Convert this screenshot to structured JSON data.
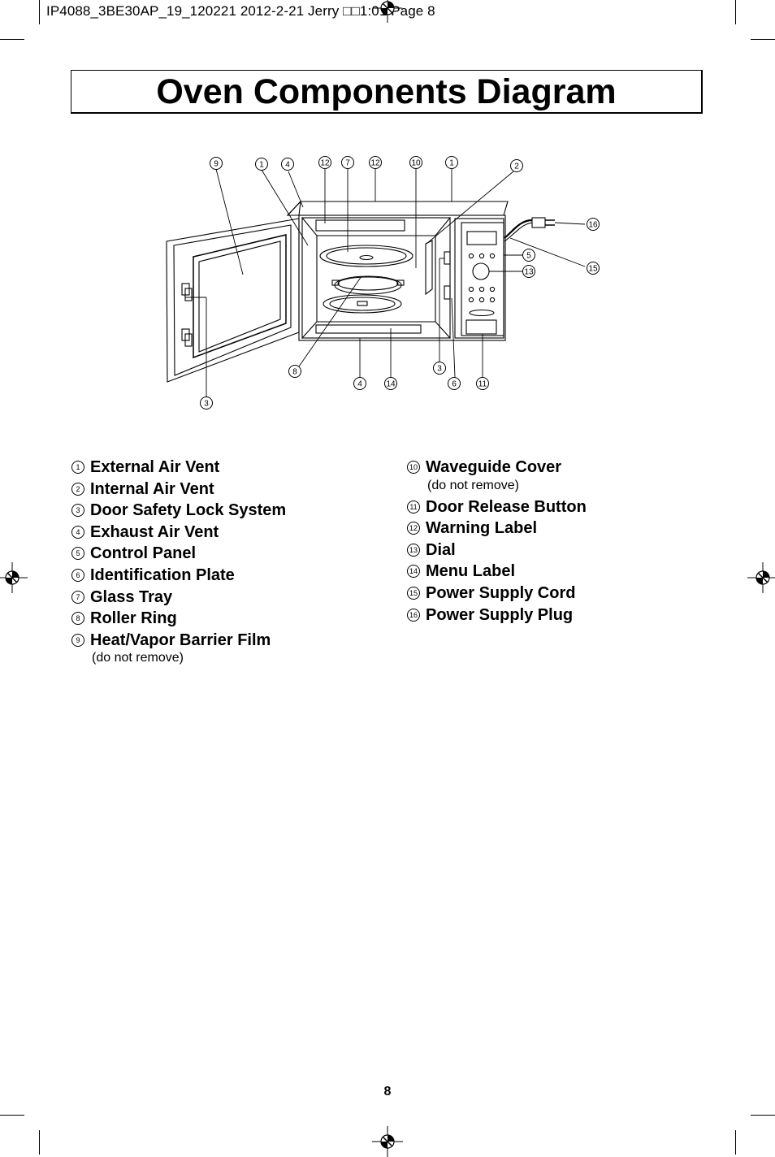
{
  "header": {
    "slug": "IP4088_3BE30AP_19_120221  2012-2-21  Jerry □□1:01  Page 8"
  },
  "title": "Oven Components Diagram",
  "diagram": {
    "callouts": [
      "9",
      "1",
      "4",
      "12",
      "7",
      "12",
      "10",
      "1",
      "2",
      "16",
      "5",
      "13",
      "15",
      "8",
      "4",
      "14",
      "3",
      "6",
      "11",
      "3"
    ]
  },
  "parts_left": [
    {
      "num": "1",
      "name": "External Air Vent"
    },
    {
      "num": "2",
      "name": "Internal Air Vent"
    },
    {
      "num": "3",
      "name": "Door Safety Lock System"
    },
    {
      "num": "4",
      "name": "Exhaust Air Vent"
    },
    {
      "num": "5",
      "name": "Control Panel"
    },
    {
      "num": "6",
      "name": "Identification Plate"
    },
    {
      "num": "7",
      "name": "Glass Tray"
    },
    {
      "num": "8",
      "name": "Roller Ring"
    },
    {
      "num": "9",
      "name": "Heat/Vapor Barrier Film",
      "note": "(do not remove)"
    }
  ],
  "parts_right": [
    {
      "num": "10",
      "name": "Waveguide Cover",
      "note": "(do not remove)"
    },
    {
      "num": "11",
      "name": "Door Release Button"
    },
    {
      "num": "12",
      "name": "Warning Label"
    },
    {
      "num": "13",
      "name": "Dial"
    },
    {
      "num": "14",
      "name": "Menu Label"
    },
    {
      "num": "15",
      "name": "Power Supply Cord"
    },
    {
      "num": "16",
      "name": "Power Supply Plug"
    }
  ],
  "page_number": "8"
}
